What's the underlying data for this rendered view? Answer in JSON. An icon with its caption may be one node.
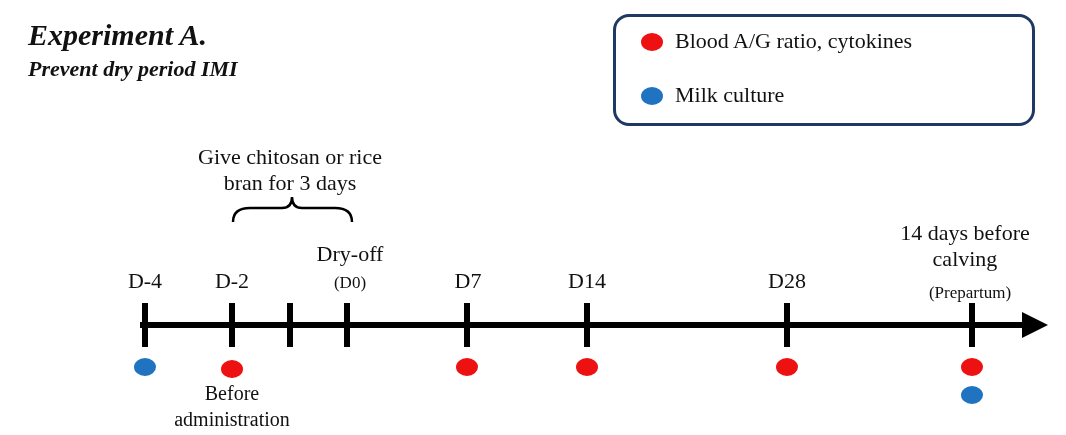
{
  "diagram": {
    "title": "Experiment A.",
    "labels": [
      "Prevent dry period IMI",
      "Give chitosan or rice bran for 3 days",
      "14 days before calving",
      "D-4",
      "D-2",
      "Dry-off",
      "(D0)",
      "D7",
      "D14",
      "D28",
      "(Prepartum)",
      "Before administration"
    ],
    "legend": [
      {
        "text": "Blood A/G ratio, cytokines",
        "color": "#ee1111"
      },
      {
        "text": "Milk culture",
        "color": "#1f73c0"
      }
    ]
  }
}
